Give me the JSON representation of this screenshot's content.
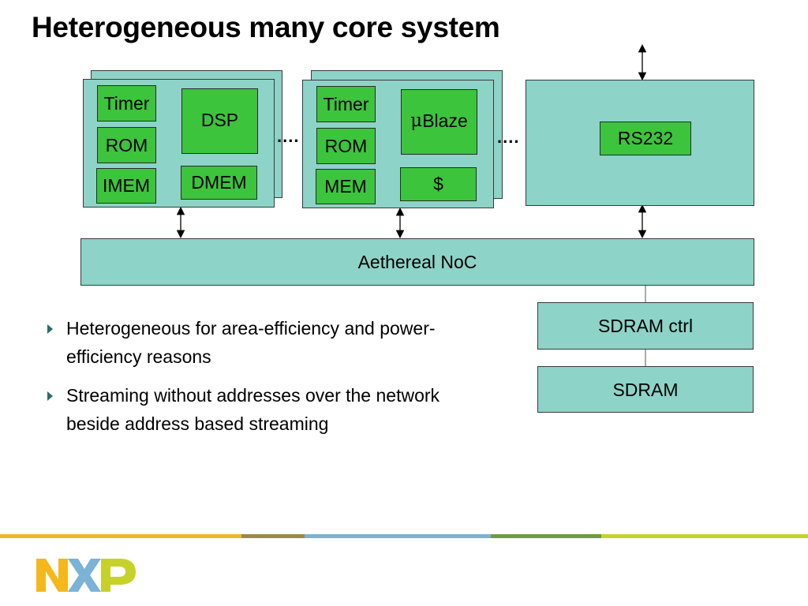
{
  "slide": {
    "title": "Heterogeneous many core system"
  },
  "tiles": {
    "dsp_tile": {
      "timer": "Timer",
      "rom": "ROM",
      "imem": "IMEM",
      "dsp": "DSP",
      "dmem": "DMEM"
    },
    "mb_tile": {
      "timer": "Timer",
      "rom": "ROM",
      "mem": "MEM",
      "mu": "μ",
      "blaze": "Blaze",
      "cache": "$"
    },
    "io_tile": {
      "rs232": "RS232"
    }
  },
  "interconnect": {
    "noc": "Aethereal NoC",
    "sdram_ctrl": "SDRAM ctrl",
    "sdram": "SDRAM"
  },
  "ellipsis": [
    "....",
    "...."
  ],
  "bullets": [
    "Heterogeneous for area-efficiency and power-efficiency reasons",
    "Streaming without addresses over the network beside address based streaming"
  ],
  "logo": {
    "text": "NXP",
    "colors": [
      "#f5b81c",
      "#7ab3d6",
      "#c6d22a"
    ]
  },
  "colors": {
    "tile": "#8dd3c7",
    "component": "#3cc43c",
    "bullet": "#2a6d6a",
    "stripes": [
      "#f0b823",
      "#9a8a4a",
      "#7ab3d6",
      "#6e9a40",
      "#c6d22a"
    ]
  }
}
